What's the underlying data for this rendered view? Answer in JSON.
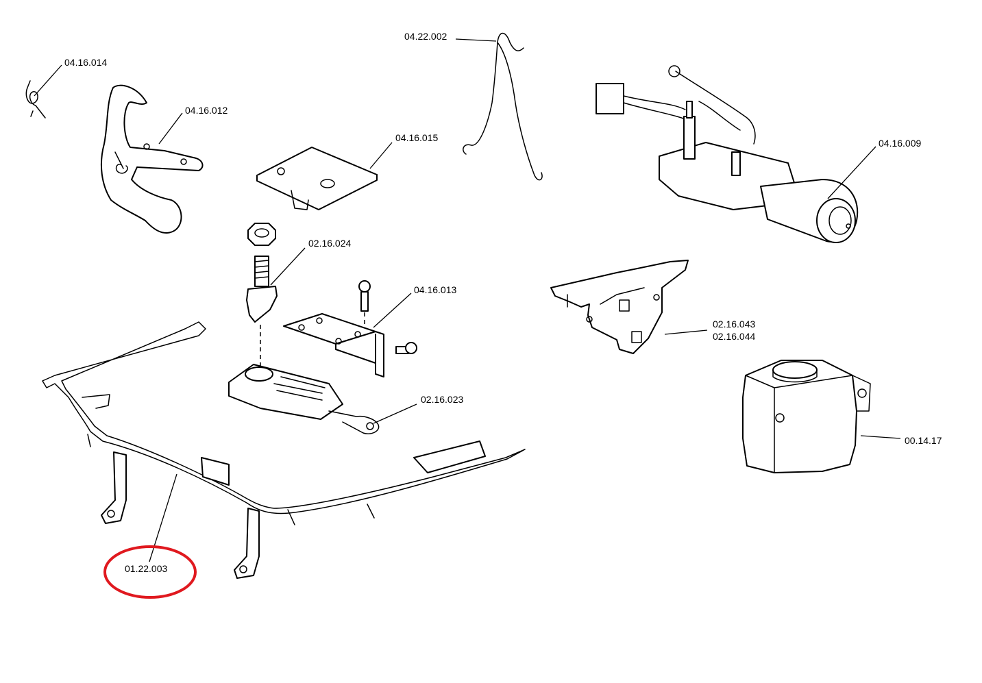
{
  "labels": {
    "p_04_16_014": "04.16.014",
    "p_04_16_012": "04.16.012",
    "p_04_22_002": "04.22.002",
    "p_04_16_015": "04.16.015",
    "p_04_16_009": "04.16.009",
    "p_02_16_024": "02.16.024",
    "p_04_16_013": "04.16.013",
    "p_02_16_043": "02.16.043",
    "p_02_16_044": "02.16.044",
    "p_02_16_023": "02.16.023",
    "p_00_14_17": "00.14.17",
    "p_01_22_003": "01.22.003"
  },
  "highlight": {
    "part": "01.22.003",
    "color": "#e0191f"
  }
}
